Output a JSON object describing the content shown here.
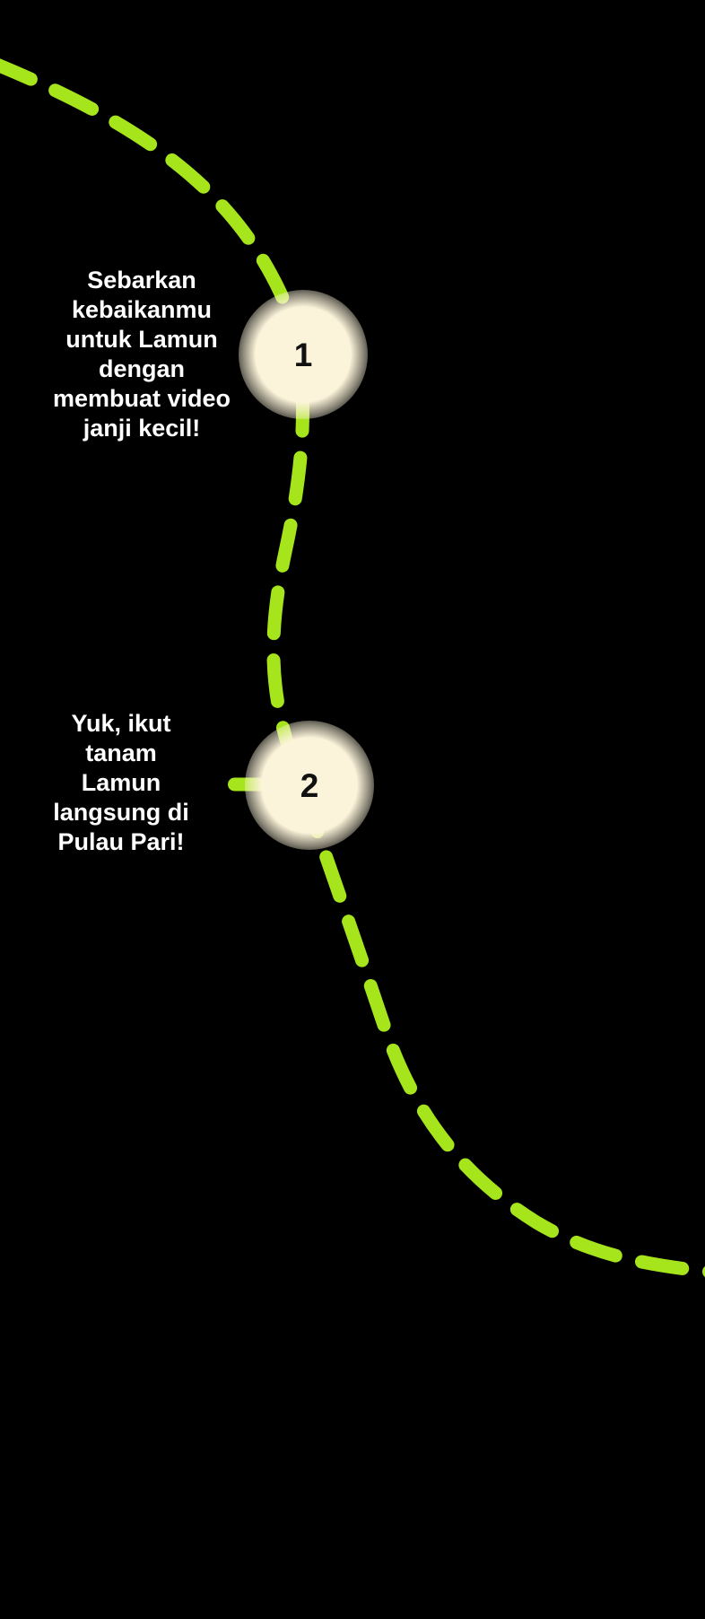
{
  "colors": {
    "bg": "#000000",
    "accent": "#a6e51c",
    "marker": "#fcf4da",
    "text": "#ffffff",
    "number": "#111111"
  },
  "diagram": {
    "description": "Dashed journey path with numbered campaign steps",
    "steps": [
      {
        "number": "1",
        "label": "Sebarkan\nkebaikanmu\nuntuk Lamun\ndengan\nmembuat video\njanji kecil!"
      },
      {
        "number": "2",
        "label": "Yuk, ikut\ntanam\nLamun\nlangsung di\nPulau Pari!"
      }
    ]
  }
}
